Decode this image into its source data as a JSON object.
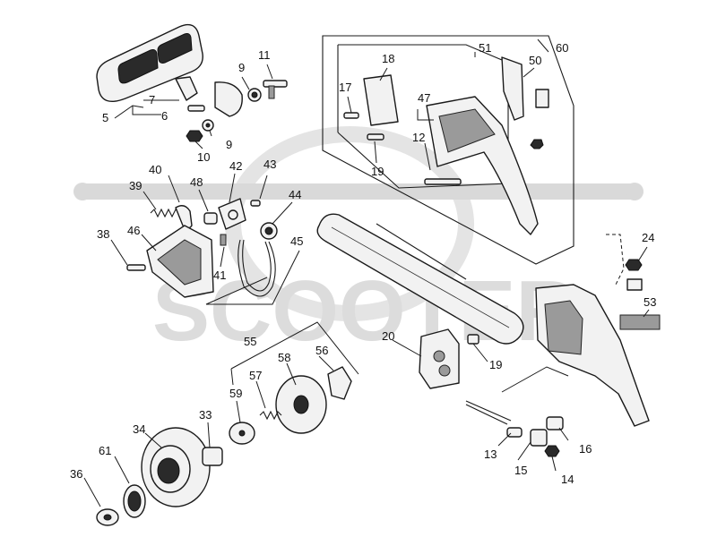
{
  "watermark": {
    "text": "SCOOTER"
  },
  "callouts": {
    "c5": "5",
    "c6": "6",
    "c7": "7",
    "c9a": "9",
    "c9b": "9",
    "c10": "10",
    "c11": "11",
    "c12": "12",
    "c13": "13",
    "c14": "14",
    "c15": "15",
    "c16": "16",
    "c17": "17",
    "c18": "18",
    "c19a": "19",
    "c19b": "19",
    "c20": "20",
    "c24": "24",
    "c33": "33",
    "c34": "34",
    "c36": "36",
    "c38": "38",
    "c39": "39",
    "c40": "40",
    "c41": "41",
    "c42": "42",
    "c43": "43",
    "c44": "44",
    "c45": "45",
    "c46": "46",
    "c47": "47",
    "c48": "48",
    "c50": "50",
    "c51": "51",
    "c53": "53",
    "c55": "55",
    "c56": "56",
    "c57": "57",
    "c58": "58",
    "c59": "59",
    "c60": "60",
    "c61": "61"
  }
}
